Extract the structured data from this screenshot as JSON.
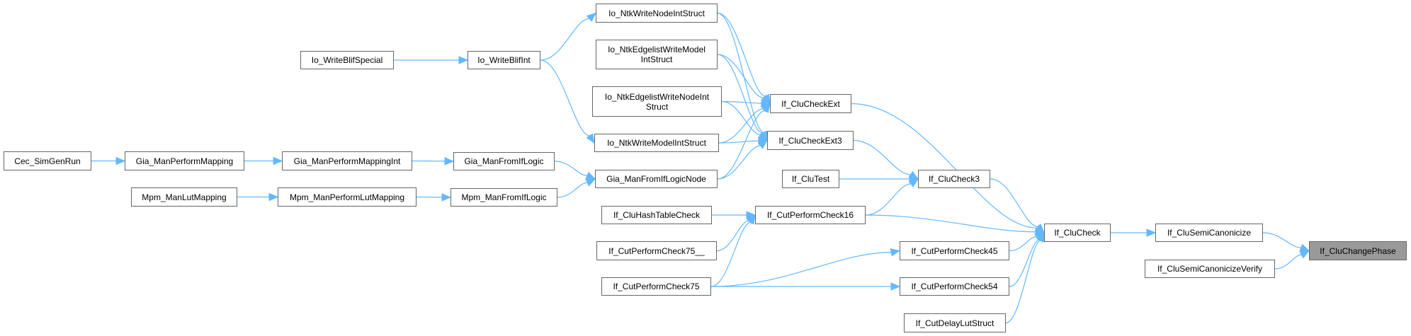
{
  "graph": {
    "title": "If_CluChangePhase caller graph",
    "edge_color": "#63b8ff",
    "nodes": [
      {
        "id": "cec_simgenrun",
        "label": "Cec_SimGenRun"
      },
      {
        "id": "gia_manperformmapping",
        "label": "Gia_ManPerformMapping"
      },
      {
        "id": "gia_manperformmappingint",
        "label": "Gia_ManPerformMappingInt"
      },
      {
        "id": "gia_manfromiflogic",
        "label": "Gia_ManFromIfLogic"
      },
      {
        "id": "io_writeblifspecial",
        "label": "Io_WriteBlifSpecial"
      },
      {
        "id": "io_writeblifint",
        "label": "Io_WriteBlifInt"
      },
      {
        "id": "mpm_manlutmapping",
        "label": "Mpm_ManLutMapping"
      },
      {
        "id": "mpm_manperformlutmapping",
        "label": "Mpm_ManPerformLutMapping"
      },
      {
        "id": "mpm_manfromiflogic",
        "label": "Mpm_ManFromIfLogic"
      },
      {
        "id": "io_ntkwritenodeintstruct",
        "label": "Io_NtkWriteNodeIntStruct"
      },
      {
        "id": "io_ntkedgelistwritemodelintstruct",
        "label": "Io_NtkEdgelistWriteModel\nIntStruct"
      },
      {
        "id": "io_ntkedgelistwritenodeintstruct",
        "label": "Io_NtkEdgelistWriteNodeInt\nStruct"
      },
      {
        "id": "io_ntkwritemodelintstruct",
        "label": "Io_NtkWriteModelIntStruct"
      },
      {
        "id": "gia_manfromiflogicnode",
        "label": "Gia_ManFromIfLogicNode"
      },
      {
        "id": "if_clucheckext",
        "label": "If_CluCheckExt"
      },
      {
        "id": "if_clucheckext3",
        "label": "If_CluCheckExt3"
      },
      {
        "id": "if_clutest",
        "label": "If_CluTest"
      },
      {
        "id": "if_clucheck3",
        "label": "If_CluCheck3"
      },
      {
        "id": "if_cluhashtablecheck",
        "label": "If_CluHashTableCheck"
      },
      {
        "id": "if_cutperformcheck16",
        "label": "If_CutPerformCheck16"
      },
      {
        "id": "if_cutperformcheck75__",
        "label": "If_CutPerformCheck75__"
      },
      {
        "id": "if_cutperformcheck75",
        "label": "If_CutPerformCheck75"
      },
      {
        "id": "if_clucheck",
        "label": "If_CluCheck"
      },
      {
        "id": "if_cutperformcheck45",
        "label": "If_CutPerformCheck45"
      },
      {
        "id": "if_cutperformcheck54",
        "label": "If_CutPerformCheck54"
      },
      {
        "id": "if_cutdelaylutstruct",
        "label": "If_CutDelayLutStruct"
      },
      {
        "id": "if_clusemicanonicize",
        "label": "If_CluSemiCanonicize"
      },
      {
        "id": "if_clusemicanonicizeverify",
        "label": "If_CluSemiCanonicizeVerify"
      },
      {
        "id": "if_cluchangephase",
        "label": "If_CluChangePhase",
        "current": true
      }
    ],
    "edges": [
      [
        "cec_simgenrun",
        "gia_manperformmapping"
      ],
      [
        "gia_manperformmapping",
        "gia_manperformmappingint"
      ],
      [
        "gia_manperformmappingint",
        "gia_manfromiflogic"
      ],
      [
        "gia_manfromiflogic",
        "gia_manfromiflogicnode"
      ],
      [
        "mpm_manlutmapping",
        "mpm_manperformlutmapping"
      ],
      [
        "mpm_manperformlutmapping",
        "mpm_manfromiflogic"
      ],
      [
        "mpm_manfromiflogic",
        "gia_manfromiflogicnode"
      ],
      [
        "io_writeblifspecial",
        "io_writeblifint"
      ],
      [
        "io_writeblifint",
        "io_ntkwritenodeintstruct"
      ],
      [
        "io_writeblifint",
        "io_ntkwritemodelintstruct"
      ],
      [
        "io_ntkwritenodeintstruct",
        "if_clucheckext"
      ],
      [
        "io_ntkwritenodeintstruct",
        "if_clucheckext3"
      ],
      [
        "io_ntkedgelistwritemodelintstruct",
        "if_clucheckext"
      ],
      [
        "io_ntkedgelistwritemodelintstruct",
        "if_clucheckext3"
      ],
      [
        "io_ntkedgelistwritenodeintstruct",
        "if_clucheckext"
      ],
      [
        "io_ntkedgelistwritenodeintstruct",
        "if_clucheckext3"
      ],
      [
        "io_ntkwritemodelintstruct",
        "if_clucheckext"
      ],
      [
        "io_ntkwritemodelintstruct",
        "if_clucheckext3"
      ],
      [
        "gia_manfromiflogicnode",
        "if_clucheckext"
      ],
      [
        "gia_manfromiflogicnode",
        "if_clucheckext3"
      ],
      [
        "if_clucheckext",
        "if_clucheck"
      ],
      [
        "if_clucheckext3",
        "if_clucheck3"
      ],
      [
        "if_clutest",
        "if_clucheck3"
      ],
      [
        "if_cutperformcheck16",
        "if_clucheck3"
      ],
      [
        "if_clucheck3",
        "if_clucheck"
      ],
      [
        "if_cluhashtablecheck",
        "if_cutperformcheck16"
      ],
      [
        "if_cutperformcheck75__",
        "if_cutperformcheck16"
      ],
      [
        "if_cutperformcheck75",
        "if_cutperformcheck16"
      ],
      [
        "if_cutperformcheck75",
        "if_cutperformcheck45"
      ],
      [
        "if_cutperformcheck75",
        "if_cutperformcheck54"
      ],
      [
        "if_cutperformcheck16",
        "if_clucheck"
      ],
      [
        "if_cutperformcheck45",
        "if_clucheck"
      ],
      [
        "if_cutperformcheck54",
        "if_clucheck"
      ],
      [
        "if_cutdelaylutstruct",
        "if_clucheck"
      ],
      [
        "if_clucheck",
        "if_clusemicanonicize"
      ],
      [
        "if_clusemicanonicize",
        "if_cluchangephase"
      ],
      [
        "if_clusemicanonicizeverify",
        "if_cluchangephase"
      ]
    ]
  }
}
